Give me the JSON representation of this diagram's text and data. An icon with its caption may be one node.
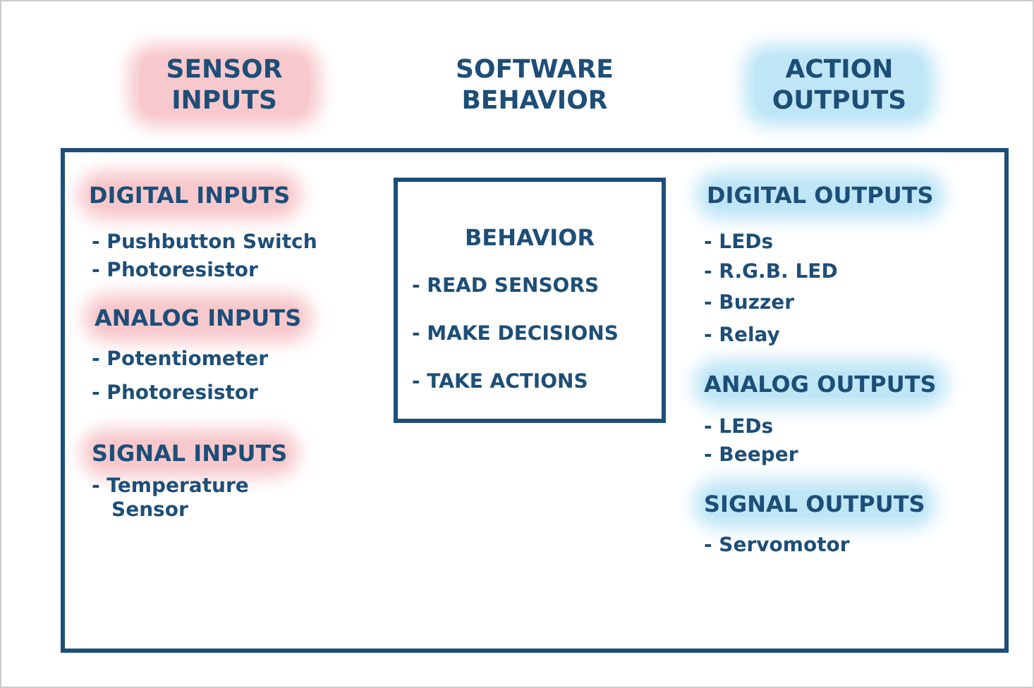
{
  "diagram": {
    "nodes": [
      {
        "text": [],
        "shape": "box"
      },
      {
        "text": [
          "BEHAVIOR",
          "- READ SENSORS",
          "- MAKE DECISIONS",
          "- TAKE ACTIONS"
        ],
        "in": 0
      }
    ],
    "labels": [
      "SENSOR INPUTS",
      "SOFTWARE BEHAVIOR",
      "ACTION OUTPUTS",
      "DIGITAL INPUTS",
      "- Pushbutton Switch",
      "- Photoresistor",
      "ANALOG INPUTS",
      "- Potentiometer",
      "- Photoresistor",
      "SIGNAL INPUTS",
      "- Temperature Sensor",
      "DIGITAL OUTPUTS",
      "- LEDs",
      "- R.G.B. LED",
      "- Buzzer",
      "- Relay",
      "ANALOG OUTPUTS",
      "- LEDs",
      "- Beeper",
      "SIGNAL OUTPUTS",
      "- Servomotor"
    ]
  }
}
